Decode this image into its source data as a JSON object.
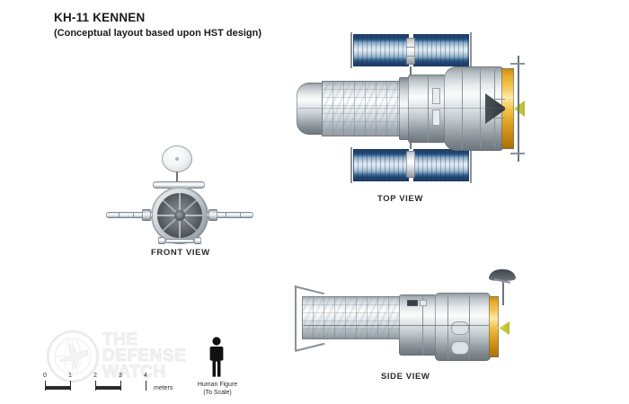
{
  "document": {
    "title": "KH-11 KENNEN",
    "subtitle": "(Conceptual layout based upon HST design)"
  },
  "views": [
    {
      "id": "top",
      "label": "TOP VIEW"
    },
    {
      "id": "front",
      "label": "FRONT VIEW"
    },
    {
      "id": "side",
      "label": "SIDE VIEW"
    }
  ],
  "labels": {
    "top": "TOP VIEW",
    "front": "FRONT VIEW",
    "side": "SIDE VIEW"
  },
  "scale": {
    "ticks": [
      "0",
      "1",
      "2",
      "3",
      "4"
    ],
    "unit": "meters"
  },
  "human_figure": {
    "line1": "Human Figure",
    "line2": "(To Scale)"
  },
  "watermark": {
    "line1": "THE",
    "line2": "DEFENSE",
    "line3": "WATCH",
    "text": "THE\nDEFENSE\nWATCH"
  },
  "colors": {
    "background": "#ffffff",
    "text": "#1a1a1a",
    "solar_panel_dark": "#1e3f6b",
    "solar_panel_light": "#e4eef4",
    "thermal_blanket_gold": "#e7ad2a",
    "metal_body": "#c3cacf",
    "human_silhouette": "#111111",
    "watermark": "#f1f1f1"
  }
}
